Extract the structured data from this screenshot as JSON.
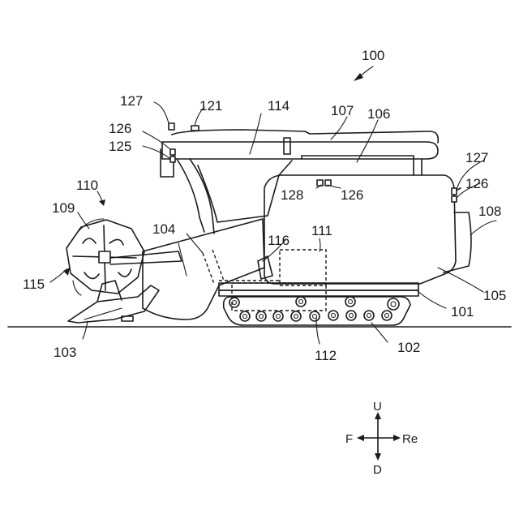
{
  "diagram": {
    "labels": {
      "l100": "100",
      "l101": "101",
      "l102": "102",
      "l103": "103",
      "l104": "104",
      "l105": "105",
      "l106": "106",
      "l107": "107",
      "l108": "108",
      "l109": "109",
      "l110": "110",
      "l111": "111",
      "l112": "112",
      "l114": "114",
      "l115": "115",
      "l116": "116",
      "l121": "121",
      "l125": "125",
      "l126a": "126",
      "l126b": "126",
      "l126c": "126",
      "l127a": "127",
      "l127b": "127",
      "l128": "128"
    },
    "directions": {
      "up": "U",
      "down": "D",
      "front": "F",
      "rear": "Re"
    }
  }
}
